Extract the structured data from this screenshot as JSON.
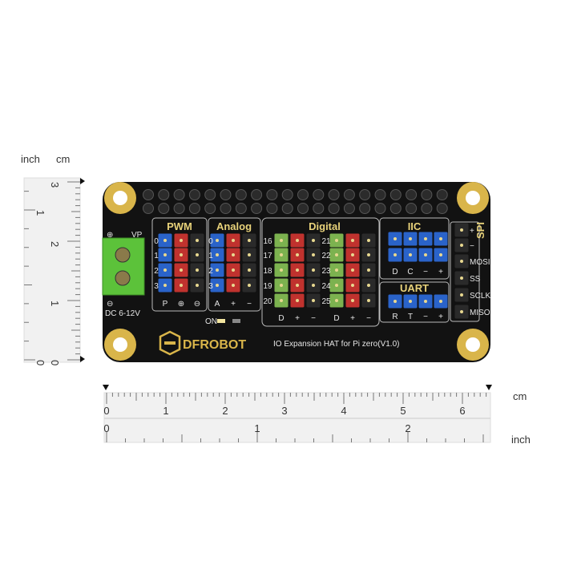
{
  "rulers": {
    "vertical_units": {
      "inch": "inch",
      "cm": "cm"
    },
    "vertical_cm_labels": [
      "0",
      "1",
      "2",
      "3"
    ],
    "vertical_inch_labels": [
      "0",
      "1"
    ],
    "horizontal_cm_unit": "cm",
    "horizontal_inch_unit": "inch",
    "horizontal_cm_labels": [
      "0",
      "1",
      "2",
      "3",
      "4",
      "5",
      "6"
    ],
    "horizontal_inch_labels": [
      "0",
      "1",
      "2"
    ]
  },
  "board": {
    "power": {
      "plus": "⊕",
      "vp": "VP",
      "minus": "⊖",
      "voltage": "DC 6-12V"
    },
    "pwm": {
      "title": "PWM",
      "rows": [
        "0",
        "1",
        "2",
        "3"
      ],
      "footer": [
        "P",
        "⊕",
        "⊖"
      ]
    },
    "analog": {
      "title": "Analog",
      "rows": [
        "0",
        "1",
        "2",
        "3"
      ],
      "footer": [
        "A",
        "+",
        "−"
      ]
    },
    "digital": {
      "title": "Digital",
      "rows_left": [
        "16",
        "17",
        "18",
        "19",
        "20"
      ],
      "rows_right": [
        "21",
        "22",
        "23",
        "24",
        "25"
      ],
      "footer_left": [
        "D",
        "+",
        "−"
      ],
      "footer_right": [
        "D",
        "+",
        "−"
      ]
    },
    "iic": {
      "title": "IIC",
      "footer": [
        "D",
        "C",
        "−",
        "+"
      ]
    },
    "uart": {
      "title": "UART",
      "footer": [
        "R",
        "T",
        "−",
        "+"
      ]
    },
    "spi": {
      "title": "SPI",
      "pins": [
        "+",
        "−",
        "MOSI",
        "SS",
        "SCLK",
        "MISO"
      ]
    },
    "led_label": "ON",
    "brand": "DFROBOT",
    "product_name": "IO Expansion HAT for Pi zero(V1.0)"
  },
  "colors": {
    "pcb": "#111111",
    "silkscreen": "#e6e6e6",
    "gold": "#d9b54a",
    "terminal": "#5cc23a",
    "pin_blue": "#2a63c9",
    "pin_red": "#c0322e",
    "pin_black": "#2a2a2a",
    "pin_green": "#7cb24f"
  }
}
